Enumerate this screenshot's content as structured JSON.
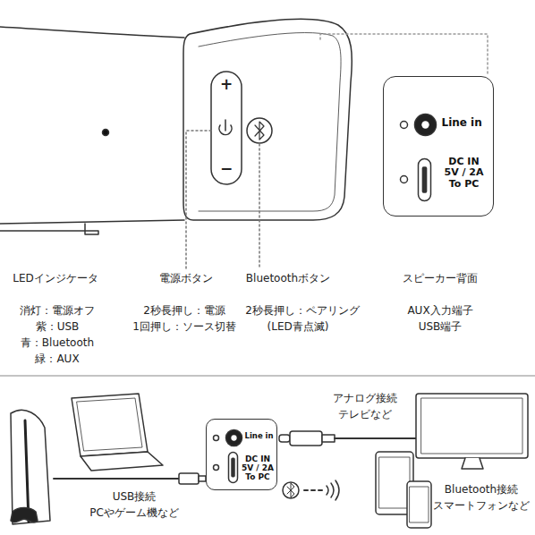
{
  "diagram": {
    "nodes": [
      {
        "text": [
          "Line in",
          "DC IN 5V / 2A To PC"
        ]
      },
      {
        "text": [
          "Line in",
          "DC IN 5V / 2A To PC"
        ]
      }
    ],
    "labels": [
      "LEDインジケータ",
      "電源ボタン",
      "Bluetoothボタン",
      "スピーカー背面",
      "消灯：電源オフ",
      "紫：USB",
      "青：Bluetooth",
      "緑：AUX",
      "2秒長押し：電源",
      "1回押し：ソース切替",
      "2秒長押し：ペアリング",
      "(LED青点滅)",
      "AUX入力端子",
      "USB端子",
      "+",
      "−",
      "アナログ接続",
      "テレビなど",
      "USB接続",
      "PCやゲーム機など",
      "Bluetooth接続",
      "スマートフォンなど"
    ]
  }
}
